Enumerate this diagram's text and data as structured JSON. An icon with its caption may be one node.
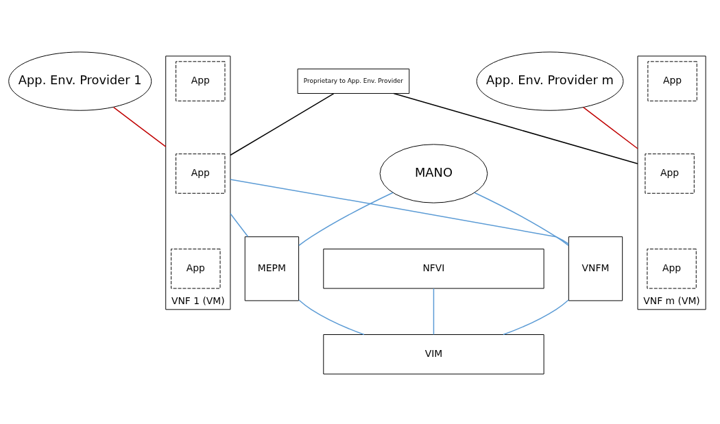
{
  "diagram": {
    "nodes": [
      {
        "text": [
          "App. Env. Provider 1"
        ]
      },
      {
        "text": [
          "Proprietary to App. Env. Provider"
        ]
      },
      {
        "text": [
          "App. Env. Provider m"
        ]
      },
      {
        "text": [
          "VNF 1 (VM)"
        ]
      },
      {
        "text": [
          "App"
        ],
        "in": 3
      },
      {
        "text": [
          "App"
        ],
        "in": 3
      },
      {
        "text": [
          "App"
        ],
        "in": 3
      },
      {
        "text": [
          "VNF m (VM)"
        ]
      },
      {
        "text": [
          "App"
        ],
        "in": 7
      },
      {
        "text": [
          "App"
        ],
        "in": 7
      },
      {
        "text": [
          "App"
        ],
        "in": 7
      },
      {
        "text": [
          "MANO"
        ]
      },
      {
        "text": [
          "MEPM"
        ]
      },
      {
        "text": [
          "VNFM"
        ]
      },
      {
        "text": [
          "NFVI"
        ]
      },
      {
        "text": [
          "VIM"
        ]
      }
    ],
    "edges": [
      {
        "from": 0,
        "to": 3,
        "arrow": "none",
        "color": "#c00000"
      },
      {
        "from": 1,
        "to": 3,
        "arrow": "none",
        "color": "#000000"
      },
      {
        "from": 1,
        "to": 7,
        "arrow": "none",
        "color": "#000000"
      },
      {
        "from": 2,
        "to": 7,
        "arrow": "none",
        "color": "#c00000"
      },
      {
        "from": 11,
        "to": 12,
        "arrow": "none"
      },
      {
        "from": 11,
        "to": 13,
        "arrow": "none"
      },
      {
        "from": 3,
        "to": 13,
        "arrow": "none"
      },
      {
        "from": 3,
        "to": 12,
        "arrow": "none"
      },
      {
        "from": 12,
        "to": 15,
        "arrow": "none"
      },
      {
        "from": 13,
        "to": 15,
        "arrow": "none"
      },
      {
        "from": 14,
        "to": 15,
        "arrow": "none"
      }
    ]
  }
}
